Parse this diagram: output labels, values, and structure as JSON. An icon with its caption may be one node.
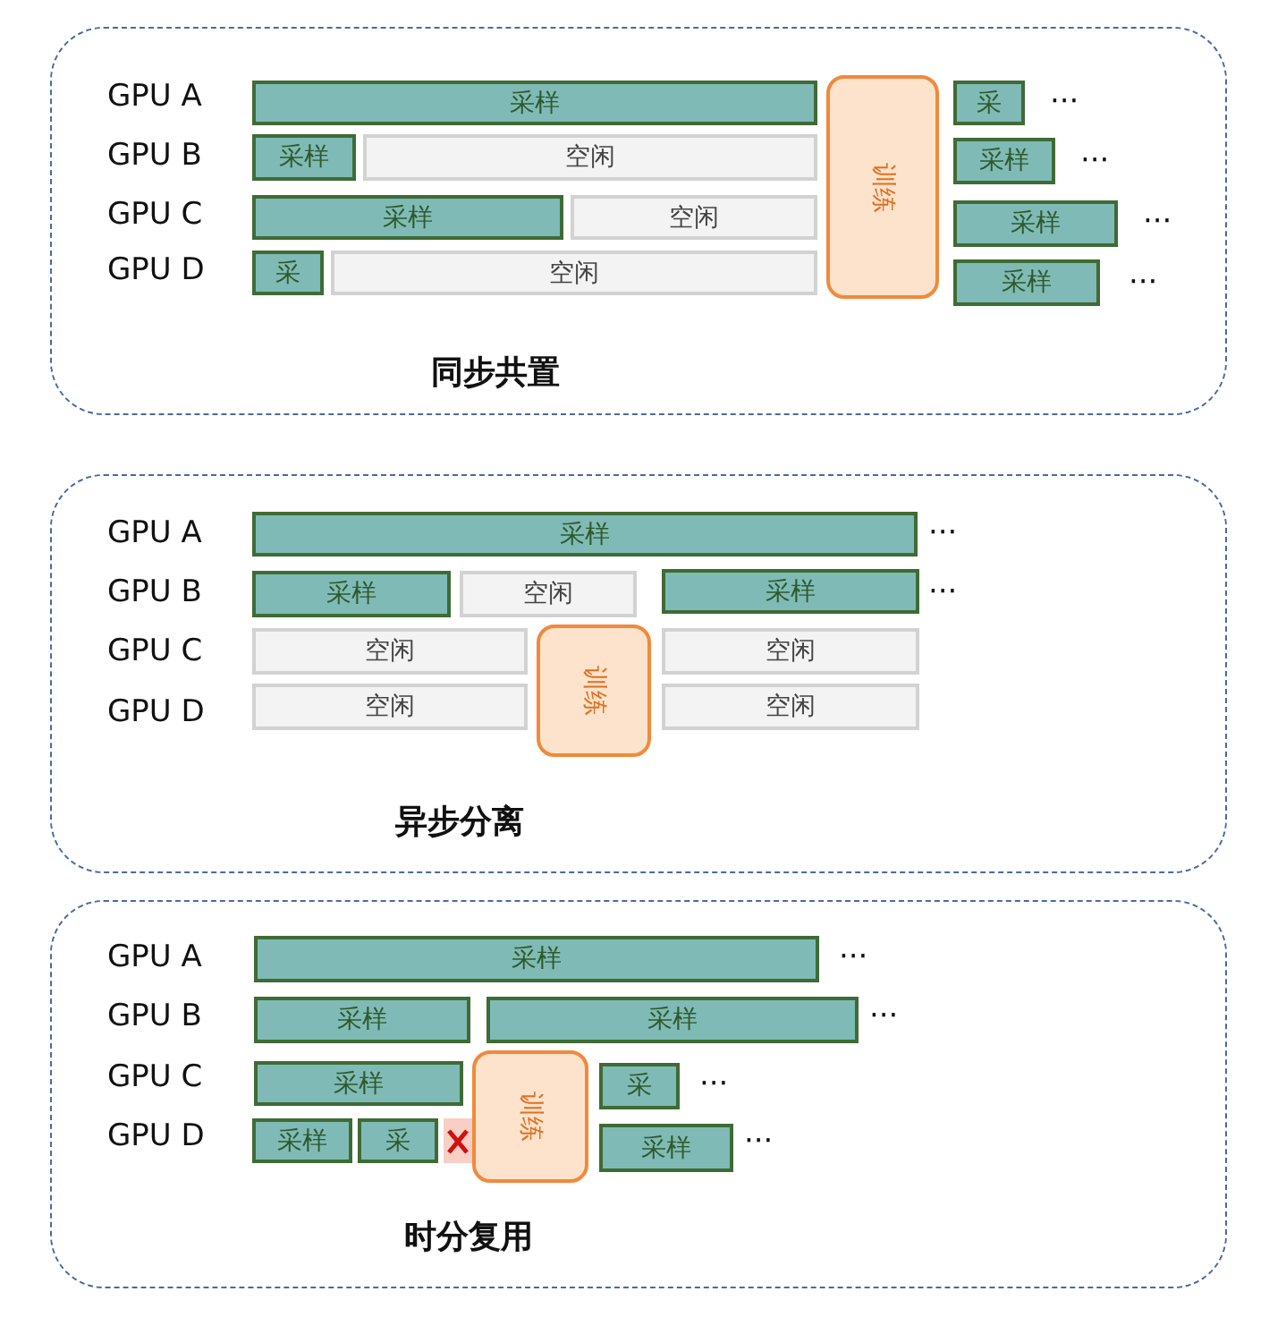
{
  "diagram": {
    "nodes": [
      {
        "text": [
          "同步共置"
        ]
      },
      {
        "text": [
          "采样"
        ],
        "in": 0
      },
      {
        "text": [
          "采样"
        ],
        "in": 0
      },
      {
        "text": [
          "空闲"
        ],
        "in": 0
      },
      {
        "text": [
          "采样"
        ],
        "in": 0
      },
      {
        "text": [
          "空闲"
        ],
        "in": 0
      },
      {
        "text": [
          "采"
        ],
        "in": 0
      },
      {
        "text": [
          "空闲"
        ],
        "in": 0
      },
      {
        "text": [
          "训练"
        ],
        "in": 0
      },
      {
        "text": [
          "采"
        ],
        "in": 0
      },
      {
        "text": [
          "采样"
        ],
        "in": 0
      },
      {
        "text": [
          "采样"
        ],
        "in": 0
      },
      {
        "text": [
          "采样"
        ],
        "in": 0
      },
      {
        "text": [
          "异步分离"
        ]
      },
      {
        "text": [
          "采样"
        ],
        "in": 13
      },
      {
        "text": [
          "采样"
        ],
        "in": 13
      },
      {
        "text": [
          "空闲"
        ],
        "in": 13
      },
      {
        "text": [
          "采样"
        ],
        "in": 13
      },
      {
        "text": [
          "空闲"
        ],
        "in": 13
      },
      {
        "text": [
          "空闲"
        ],
        "in": 13
      },
      {
        "text": [
          "训练"
        ],
        "in": 13
      },
      {
        "text": [
          "空闲"
        ],
        "in": 13
      },
      {
        "text": [
          "空闲"
        ],
        "in": 13
      },
      {
        "text": [
          "时分复用"
        ]
      },
      {
        "text": [
          "采样"
        ],
        "in": 23
      },
      {
        "text": [
          "采样"
        ],
        "in": 23
      },
      {
        "text": [
          "采样"
        ],
        "in": 23
      },
      {
        "text": [
          "采样"
        ],
        "in": 23
      },
      {
        "text": [
          "采样"
        ],
        "in": 23
      },
      {
        "text": [
          "采"
        ],
        "in": 23
      },
      {
        "text": [],
        "shape": "cross",
        "in": 23
      },
      {
        "text": [
          "训练"
        ],
        "in": 23
      },
      {
        "text": [
          "采"
        ],
        "in": 23
      },
      {
        "text": [
          "采样"
        ],
        "in": 23
      }
    ],
    "labels": [
      "GPU A",
      "GPU B",
      "GPU C",
      "GPU D",
      "···",
      "···",
      "···",
      "···",
      "GPU A",
      "GPU B",
      "GPU C",
      "GPU D",
      "···",
      "···",
      "GPU A",
      "GPU B",
      "GPU C",
      "GPU D",
      "···",
      "···",
      "···",
      "···"
    ]
  }
}
